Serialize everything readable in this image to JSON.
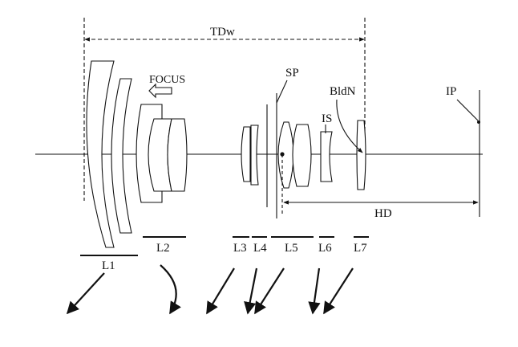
{
  "labels": {
    "tdw": "TDw",
    "focus": "FOCUS",
    "sp": "SP",
    "bldn": "BldN",
    "ip": "IP",
    "is": "IS",
    "hd": "HD",
    "l1": "L1",
    "l2": "L2",
    "l3": "L3",
    "l4": "L4",
    "l5": "L5",
    "l6": "L6",
    "l7": "L7"
  },
  "colors": {
    "line": "#111111",
    "background": "#ffffff"
  }
}
